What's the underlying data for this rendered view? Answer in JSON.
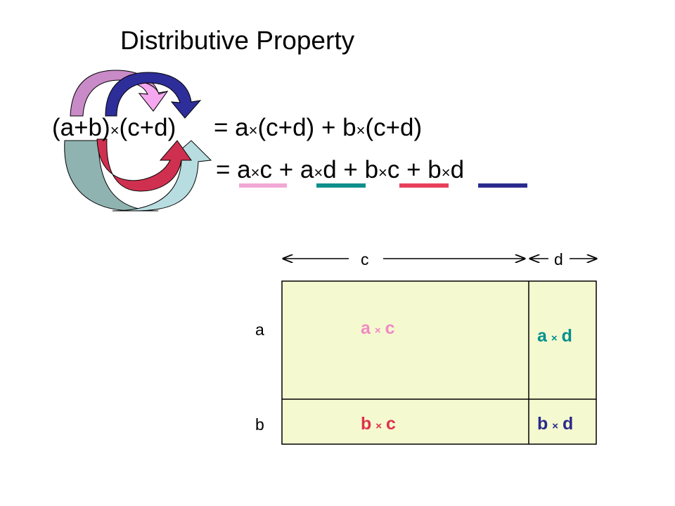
{
  "title": "Distributive Property",
  "equation": {
    "line1_left": "(a+b)×(c+d)",
    "line1_right": "= a×(c+d) + b×(c+d)",
    "line2": "= a×c + a×d + b×c + b×d"
  },
  "term_colors": {
    "ac": "#f2a8d6",
    "ad": "#0f8f8c",
    "bc": "#e8405a",
    "bd": "#2b2b8f"
  },
  "arrow_colors": {
    "a_to_c": "#c98ac8",
    "b_to_c": "#d03050",
    "a_to_d": "#2e2e9a",
    "b_to_d": "#8fb3b0",
    "light_a": "#f5a8ef",
    "light_b": "#b8dde0"
  },
  "diagram": {
    "dimension_c": "c",
    "dimension_d": "d",
    "row_a": "a",
    "row_b": "b",
    "fill_color": "#f5f9cf",
    "cells": {
      "ac": {
        "left": "a",
        "op": "×",
        "right": "c"
      },
      "ad": {
        "left": "a",
        "op": "×",
        "right": "d"
      },
      "bc": {
        "left": "b",
        "op": "×",
        "right": "c"
      },
      "bd": {
        "left": "b",
        "op": "×",
        "right": "d"
      }
    }
  }
}
